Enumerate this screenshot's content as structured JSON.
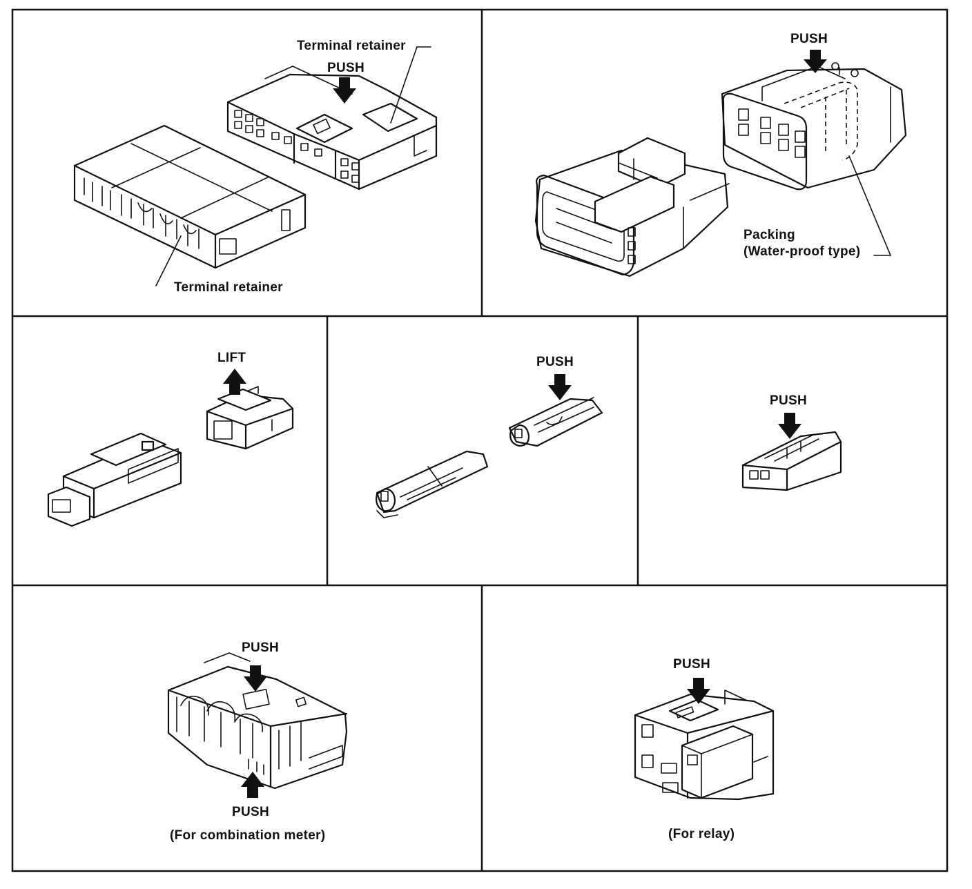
{
  "labels": {
    "p1_terminal_retainer_top": "Terminal retainer",
    "p1_push": "PUSH",
    "p1_terminal_retainer_bottom": "Terminal retainer",
    "p2_push": "PUSH",
    "p2_packing": "Packing",
    "p2_waterproof": "(Water-proof type)",
    "p3_lift": "LIFT",
    "p4_push": "PUSH",
    "p5_push": "PUSH",
    "p6_push_top": "PUSH",
    "p6_push_bottom": "PUSH",
    "p6_caption": "(For combination meter)",
    "p7_push": "PUSH",
    "p7_caption": "(For relay)"
  },
  "icons": [
    "push-arrow-icon",
    "lift-arrow-icon"
  ]
}
